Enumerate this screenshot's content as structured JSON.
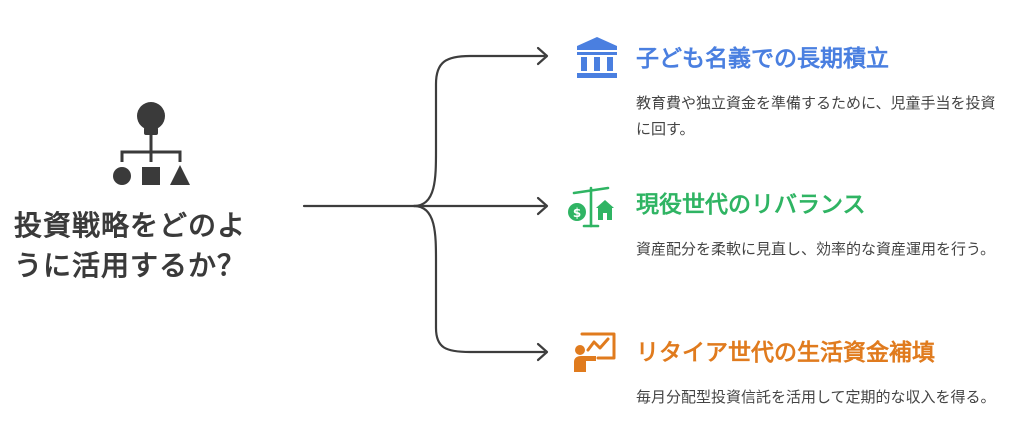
{
  "root": {
    "title_line1": "投資戦略をどのよ",
    "title_line2": "うに活用するか？",
    "icon": "decision-tree-icon"
  },
  "branches": [
    {
      "title": "子ども名義での長期積立",
      "description": "教育費や独立資金を準備するために、児童手当を投資に回す。",
      "icon": "bank-icon",
      "color": "#4a7fe0"
    },
    {
      "title": "現役世代のリバランス",
      "description": "資産配分を柔軟に見直し、効率的な資産運用を行う。",
      "icon": "balance-scale-icon",
      "color": "#2fb463"
    },
    {
      "title": "リタイア世代の生活資金補填",
      "description": "毎月分配型投資信託を活用して定期的な収入を得る。",
      "icon": "presentation-chart-icon",
      "color": "#e07b1e"
    }
  ],
  "colors": {
    "text_dark": "#3a3a3a",
    "line": "#3d3d3d"
  }
}
